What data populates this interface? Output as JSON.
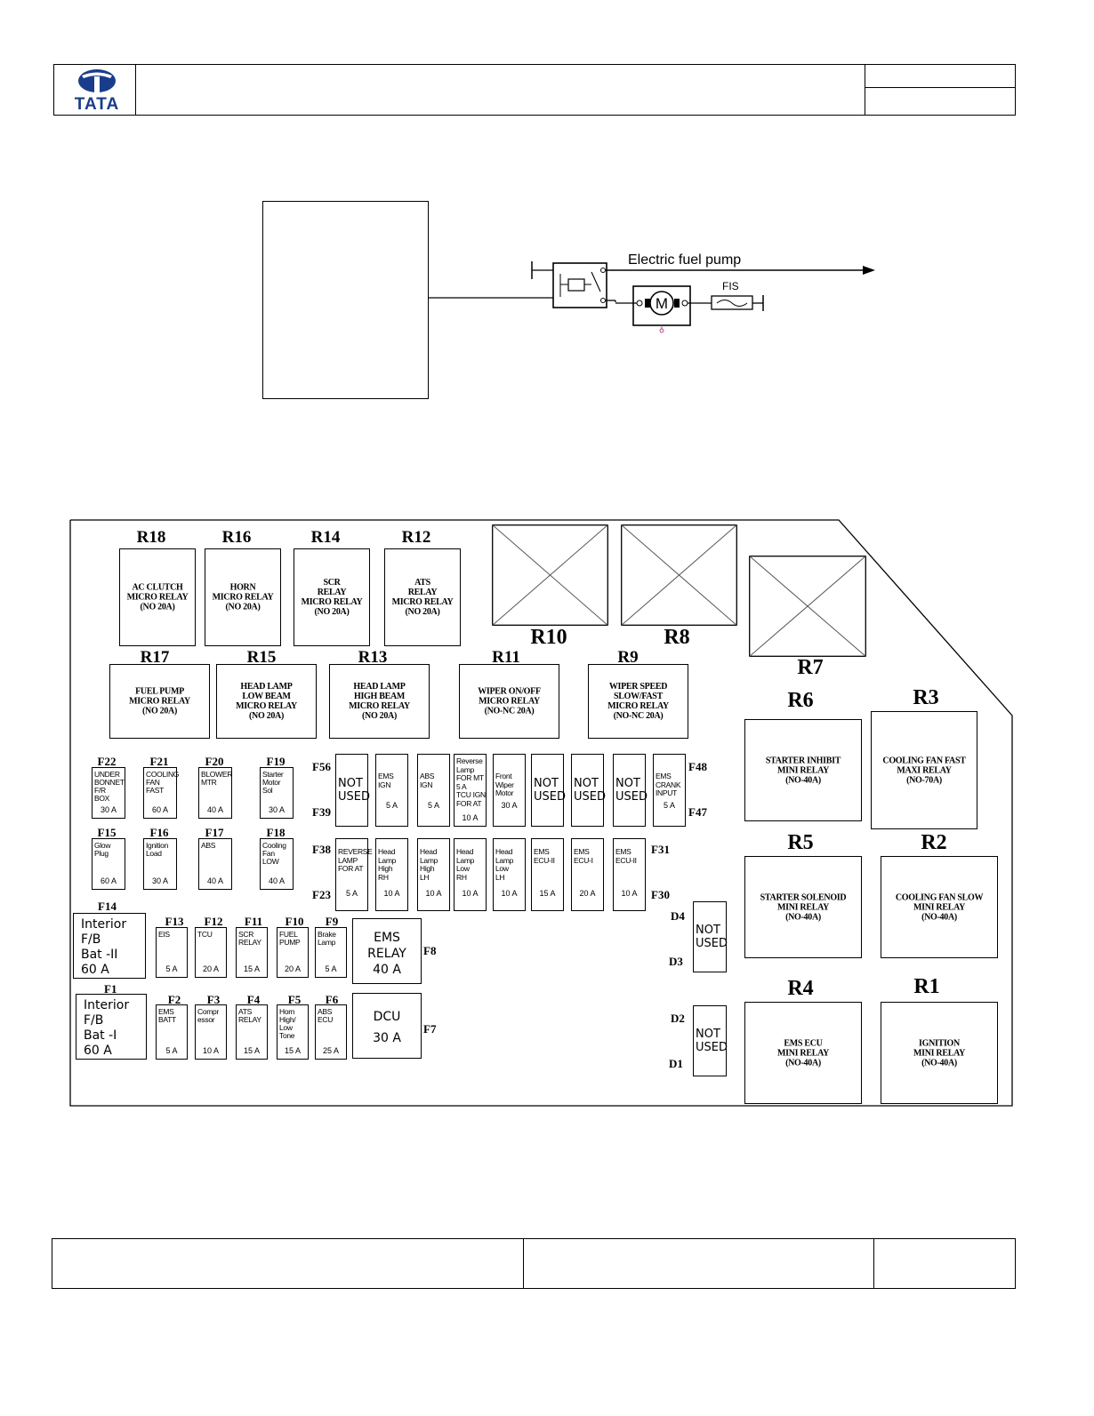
{
  "header": {
    "logo_text": "TATA"
  },
  "circuit": {
    "pump_label": "Electric fuel pump",
    "fis_label": "FIS",
    "motor_label": "M",
    "colors": {
      "line": "#000000",
      "accent": "#c0409a"
    }
  },
  "fusebox": {
    "large_relays": [
      {
        "id": "R18",
        "text": "AC CLUTCH\nMICRO RELAY\n(NO 20A)"
      },
      {
        "id": "R16",
        "text": "HORN\nMICRO RELAY\n(NO 20A)"
      },
      {
        "id": "R14",
        "text": "SCR\nRELAY\nMICRO RELAY\n(NO 20A)"
      },
      {
        "id": "R12",
        "text": "ATS\nRELAY\nMICRO RELAY\n(NO 20A)"
      },
      {
        "id": "R17",
        "text": "FUEL PUMP\nMICRO RELAY\n(NO 20A)"
      },
      {
        "id": "R15",
        "text": "HEAD LAMP\nLOW BEAM\nMICRO RELAY\n(NO 20A)"
      },
      {
        "id": "R13",
        "text": "HEAD LAMP\nHIGH BEAM\nMICRO RELAY\n(NO 20A)"
      },
      {
        "id": "R11",
        "text": "WIPER ON/OFF\nMICRO RELAY\n(NO-NC 20A)"
      },
      {
        "id": "R9",
        "text": "WIPER SPEED\nSLOW/FAST\nMICRO RELAY\n(NO-NC 20A)"
      },
      {
        "id": "R6",
        "text": "STARTER INHIBIT\nMINI RELAY\n(NO-40A)"
      },
      {
        "id": "R3",
        "text": "COOLING FAN FAST\nMAXI RELAY\n(NO-70A)"
      },
      {
        "id": "R5",
        "text": "STARTER SOLENOID\nMINI RELAY\n(NO-40A)"
      },
      {
        "id": "R2",
        "text": "COOLING FAN SLOW\nMINI RELAY\n(NO-40A)"
      },
      {
        "id": "R4",
        "text": "EMS ECU\nMINI RELAY\n(NO-40A)"
      },
      {
        "id": "R1",
        "text": "IGNITION\nMINI RELAY\n(NO-40A)"
      }
    ],
    "crossed_relays": [
      "R10",
      "R8",
      "R7"
    ],
    "fuses": [
      {
        "id": "F22",
        "text": "UNDER\nBONNET\nF/R\nBOX",
        "amp": "30 A"
      },
      {
        "id": "F21",
        "text": "COOLING\nFAN\nFAST",
        "amp": "60 A"
      },
      {
        "id": "F20",
        "text": "BLOWER\nMTR",
        "amp": "40 A"
      },
      {
        "id": "F19",
        "text": "Starter\nMotor\nSol",
        "amp": "30 A"
      },
      {
        "id": "F15",
        "text": "Glow\nPlug",
        "amp": "60 A"
      },
      {
        "id": "F16",
        "text": "Ignition\nLoad",
        "amp": "30 A"
      },
      {
        "id": "F17",
        "text": "ABS",
        "amp": "40 A"
      },
      {
        "id": "F18",
        "text": "Cooling\nFan\nLOW",
        "amp": "40 A"
      },
      {
        "id": "F13",
        "text": "EIS",
        "amp": "5 A"
      },
      {
        "id": "F12",
        "text": "TCU",
        "amp": "20 A"
      },
      {
        "id": "F11",
        "text": "SCR\nRELAY",
        "amp": "15 A"
      },
      {
        "id": "F10",
        "text": "FUEL\nPUMP",
        "amp": "20 A"
      },
      {
        "id": "F9",
        "text": "Brake\nLamp",
        "amp": "5 A"
      },
      {
        "id": "F2",
        "text": "EMS\nBATT",
        "amp": "5 A"
      },
      {
        "id": "F3",
        "text": "Compr\nessor",
        "amp": "10 A"
      },
      {
        "id": "F4",
        "text": "ATS\nRELAY",
        "amp": "15 A"
      },
      {
        "id": "F5",
        "text": "Horn\nHigh/\nLow\nTone",
        "amp": "15 A"
      },
      {
        "id": "F6",
        "text": "ABS\nECU",
        "amp": "25 A"
      }
    ],
    "mini_top_row": [
      {
        "text": "NOT\nUSED",
        "amp": "",
        "big": true
      },
      {
        "text": "EMS\nIGN",
        "amp": "5 A"
      },
      {
        "text": "ABS\nIGN",
        "amp": "5 A"
      },
      {
        "text": "Reverse\nLamp\nFOR MT\n5 A\nTCU IGN\nFOR AT",
        "amp": "10 A"
      },
      {
        "text": "Front\nWiper\nMotor",
        "amp": "30 A"
      },
      {
        "text": "NOT\nUSED",
        "amp": "",
        "big": true
      },
      {
        "text": "NOT\nUSED",
        "amp": "",
        "big": true
      },
      {
        "text": "NOT\nUSED",
        "amp": "",
        "big": true
      },
      {
        "text": "EMS\nCRANK\nINPUT",
        "amp": "5 A"
      }
    ],
    "mini_bottom_row": [
      {
        "text": "REVERSE\nLAMP\nFOR AT",
        "amp": "5 A"
      },
      {
        "text": "Head\nLamp\nHigh\nRH",
        "amp": "10 A"
      },
      {
        "text": "Head\nLamp\nHigh\nLH",
        "amp": "10 A"
      },
      {
        "text": "Head\nLamp\nLow\nRH",
        "amp": "10 A"
      },
      {
        "text": "Head\nLamp\nLow\nLH",
        "amp": "10 A"
      },
      {
        "text": "EMS\nECU-II",
        "amp": "15 A"
      },
      {
        "text": "EMS\nECU-I",
        "amp": "20 A"
      },
      {
        "text": "EMS\nECU-II",
        "amp": "10 A"
      }
    ],
    "big_fuses": [
      {
        "id": "F14",
        "text": "Interior\nF/B\nBat -II\n60 A"
      },
      {
        "id": "F1",
        "text": "Interior\nF/B\nBat -I\n60 A"
      },
      {
        "id": "F8",
        "text": "EMS\nRELAY\n40 A"
      },
      {
        "id": "F7",
        "text": "DCU\n\n30 A"
      }
    ],
    "diodes": [
      {
        "top": "D4",
        "bottom": "D3",
        "text": "NOT\nUSED"
      },
      {
        "top": "D2",
        "bottom": "D1",
        "text": "NOT\nUSED"
      }
    ],
    "side_labels": {
      "f56": "F56",
      "f39": "F39",
      "f38": "F38",
      "f23": "F23",
      "f48": "F48",
      "f47": "F47",
      "f31": "F31",
      "f30": "F30"
    }
  }
}
